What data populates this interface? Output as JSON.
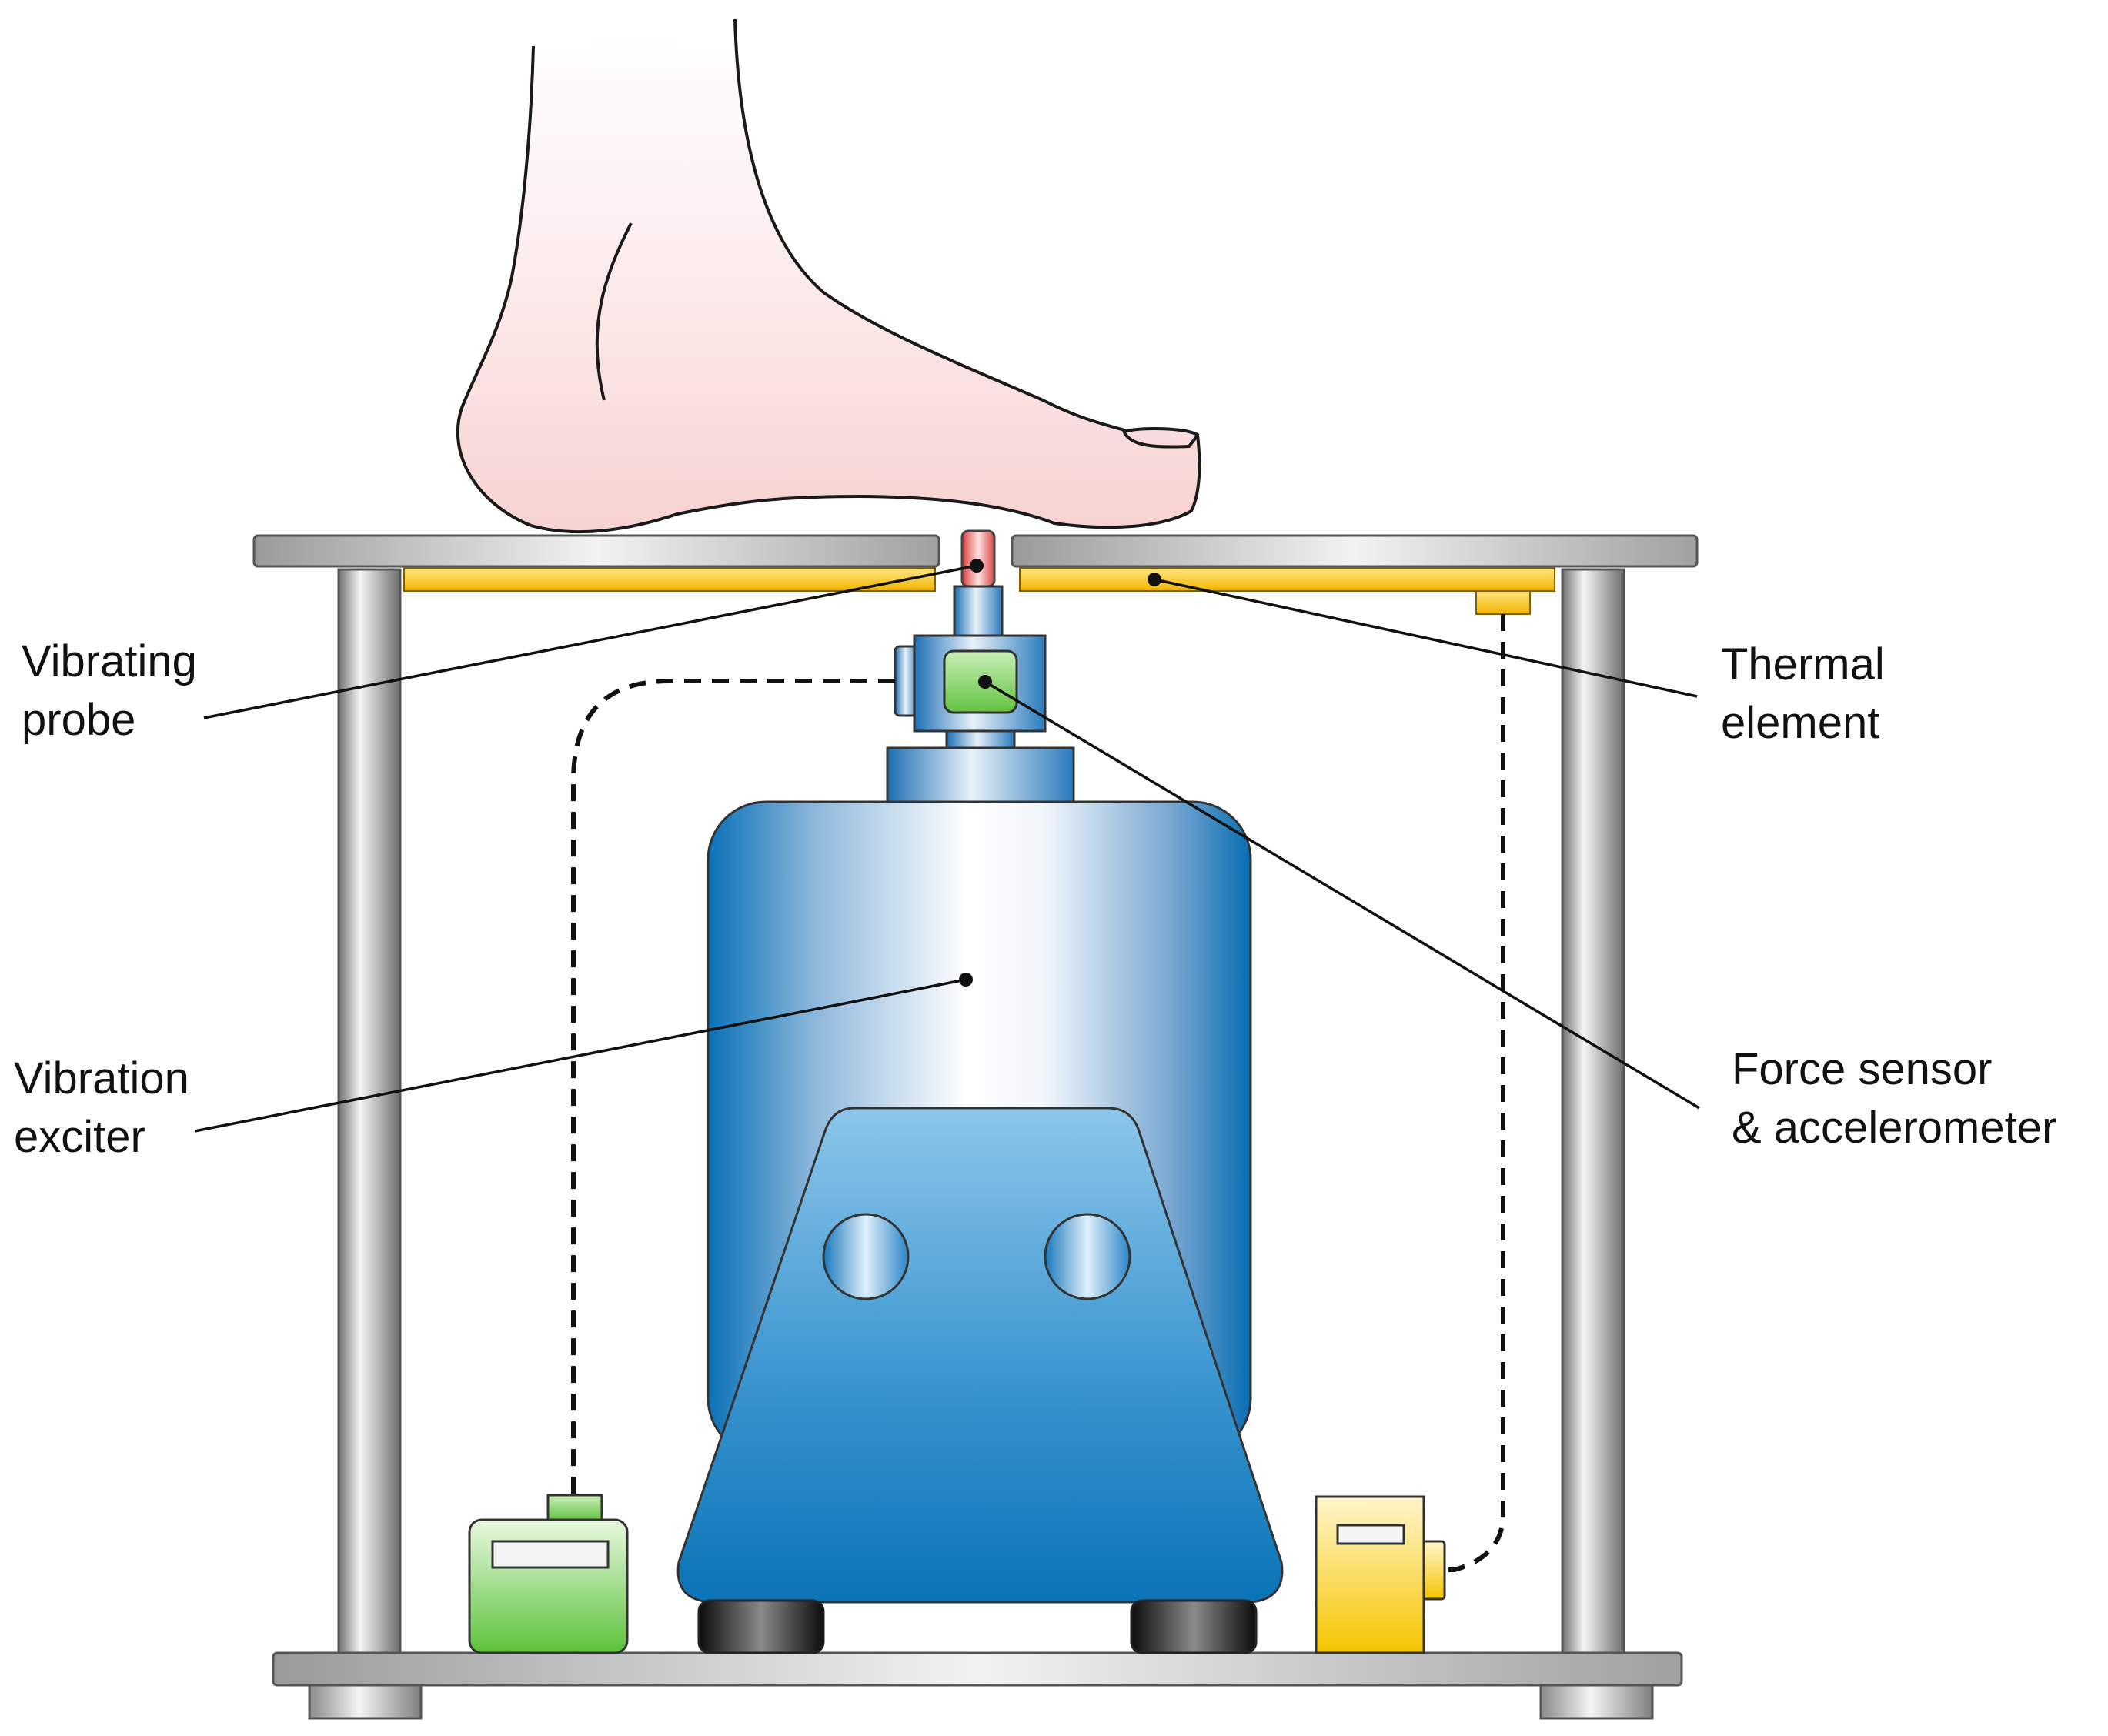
{
  "labels": {
    "vibrating_probe": [
      "Vibrating",
      "probe"
    ],
    "thermal_element": [
      "Thermal",
      "element"
    ],
    "vibration_exciter": [
      "Vibration",
      "exciter"
    ],
    "force_sensor": [
      "Force sensor",
      "& accelerometer"
    ]
  },
  "colors": {
    "skin": "#fbe0e0",
    "thermal": "#f5c21a",
    "exciter_blue": "#0a72b8",
    "sensor_green": "#6fcc4f",
    "probe_red": "#e06a6a",
    "steel": "#a8a8a8"
  }
}
